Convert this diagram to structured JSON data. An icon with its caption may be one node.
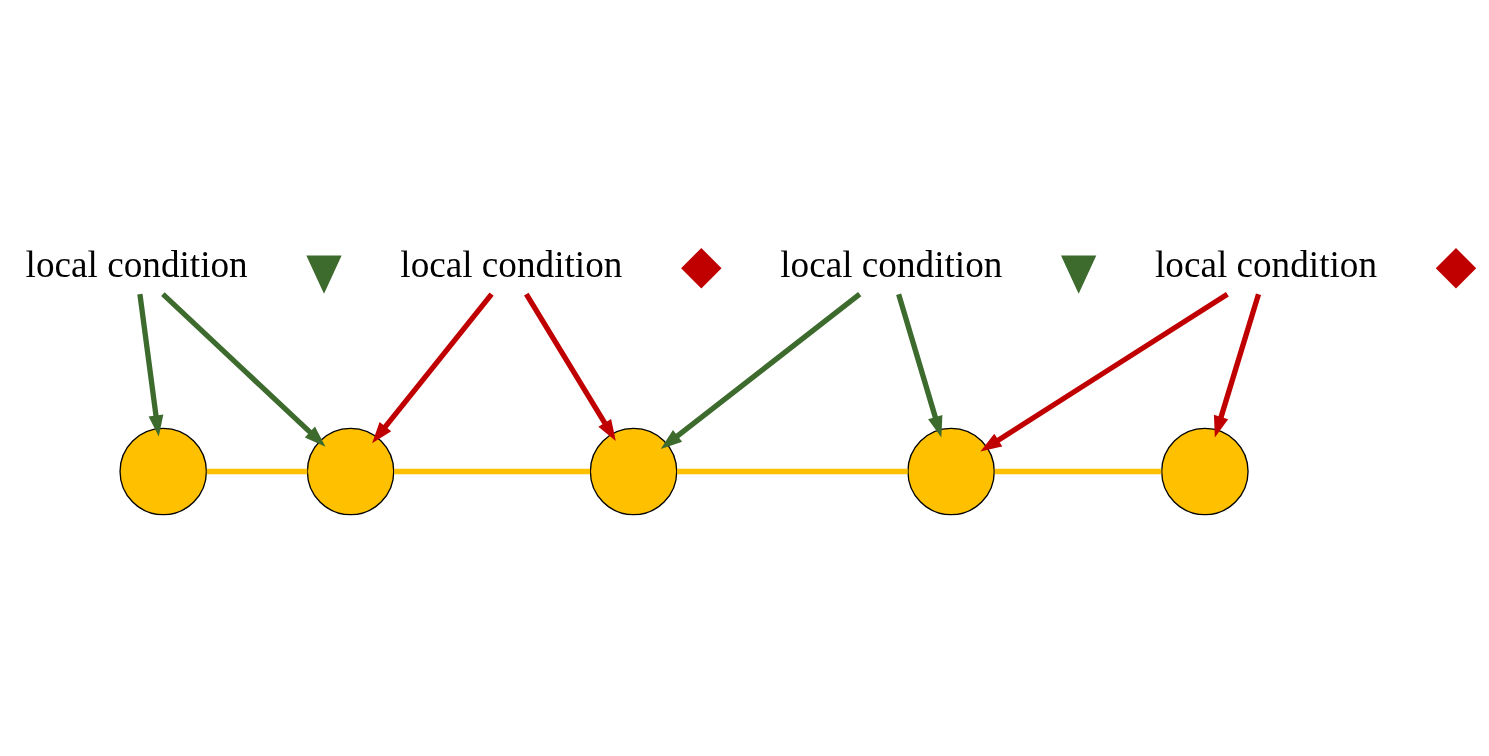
{
  "diagram": {
    "nodes": [
      {
        "text": [
          "local condition"
        ]
      },
      {
        "text": [],
        "shape": "check"
      },
      {
        "text": [
          "local condition"
        ]
      },
      {
        "text": [],
        "shape": "cross"
      },
      {
        "text": [
          "local condition"
        ]
      },
      {
        "text": [],
        "shape": "check"
      },
      {
        "text": [
          "local condition"
        ]
      },
      {
        "text": [],
        "shape": "cross"
      },
      {
        "text": [],
        "shape": "circle"
      },
      {
        "text": [],
        "shape": "circle"
      },
      {
        "text": [],
        "shape": "circle"
      },
      {
        "text": [],
        "shape": "circle"
      },
      {
        "text": [],
        "shape": "circle"
      }
    ],
    "edges": [
      {
        "from": 8,
        "to": 9,
        "arrow": "none",
        "color": "#ffc000"
      },
      {
        "from": 9,
        "to": 10,
        "arrow": "none",
        "color": "#ffc000"
      },
      {
        "from": 10,
        "to": 11,
        "arrow": "none",
        "color": "#ffc000"
      },
      {
        "from": 11,
        "to": 12,
        "arrow": "none",
        "color": "#ffc000"
      },
      {
        "from": 0,
        "to": 8,
        "arrow": "to",
        "color": "#3d6b2e"
      },
      {
        "from": 0,
        "to": 9,
        "arrow": "to",
        "color": "#3d6b2e"
      },
      {
        "from": 2,
        "to": 9,
        "arrow": "to",
        "color": "#c00000"
      },
      {
        "from": 2,
        "to": 10,
        "arrow": "to",
        "color": "#c00000"
      },
      {
        "from": 4,
        "to": 10,
        "arrow": "to",
        "color": "#3d6b2e"
      },
      {
        "from": 4,
        "to": 11,
        "arrow": "to",
        "color": "#3d6b2e"
      },
      {
        "from": 6,
        "to": 11,
        "arrow": "to",
        "color": "#c00000"
      },
      {
        "from": 6,
        "to": 12,
        "arrow": "to",
        "color": "#c00000"
      }
    ]
  }
}
